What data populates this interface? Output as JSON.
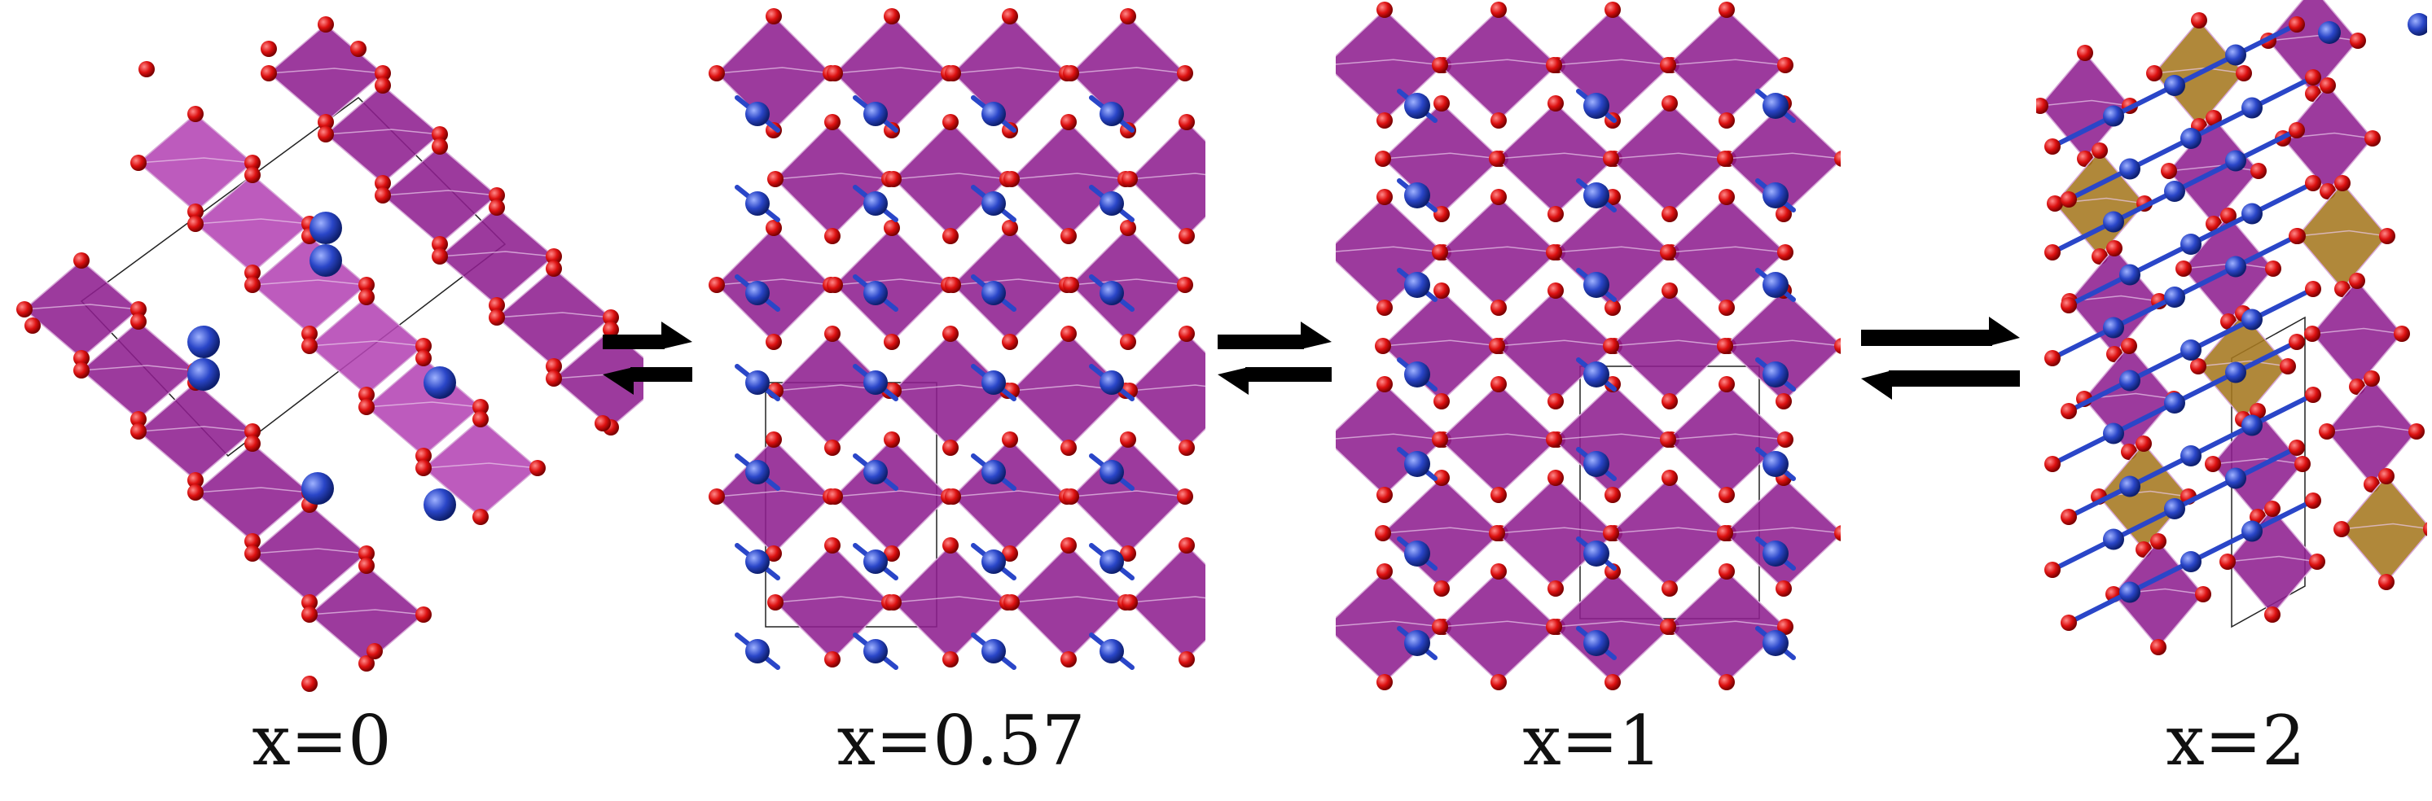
{
  "figure": {
    "panels": [
      {
        "label": "x=0",
        "pattern": "slabs"
      },
      {
        "label": "x=0.57",
        "pattern": "octahedra"
      },
      {
        "label": "x=1",
        "pattern": "dense"
      },
      {
        "label": "x=2",
        "pattern": "mixed"
      }
    ],
    "arrows": [
      {
        "type": "equilibrium",
        "emphasis": "small"
      },
      {
        "type": "equilibrium",
        "emphasis": "medium"
      },
      {
        "type": "equilibrium",
        "emphasis": "large"
      }
    ],
    "colors": {
      "octahedron": "#8e1f8f",
      "octahedron_light": "#b444b4",
      "alt_octahedron": "#a5781f",
      "oxygen": "#dd1111",
      "cation": "#2a46c8",
      "bond": "#6a6a6a",
      "cell": "#222222",
      "arrow": "#000000"
    }
  }
}
